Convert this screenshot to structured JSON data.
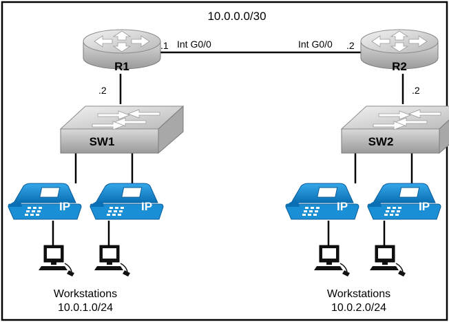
{
  "network": {
    "link_subnet": "10.0.0.0/30",
    "routers": [
      {
        "name": "R1",
        "link_addr": ".1",
        "interface": "Int G0/0",
        "lan_addr": ".2"
      },
      {
        "name": "R2",
        "link_addr": ".2",
        "interface": "Int G0/0",
        "lan_addr": ".2"
      }
    ],
    "switches": [
      {
        "name": "SW1"
      },
      {
        "name": "SW2"
      }
    ],
    "phone_label": "IP",
    "lans": [
      {
        "caption": "Workstations",
        "subnet": "10.0.1.0/24"
      },
      {
        "caption": "Workstations",
        "subnet": "10.0.2.0/24"
      }
    ]
  },
  "colors": {
    "frame": "#000000",
    "device_gray_light": "#e6e6e6",
    "device_gray_dark": "#8c8c8c",
    "phone_blue": "#1a8fd6",
    "phone_blue_dark": "#0a5c99"
  }
}
